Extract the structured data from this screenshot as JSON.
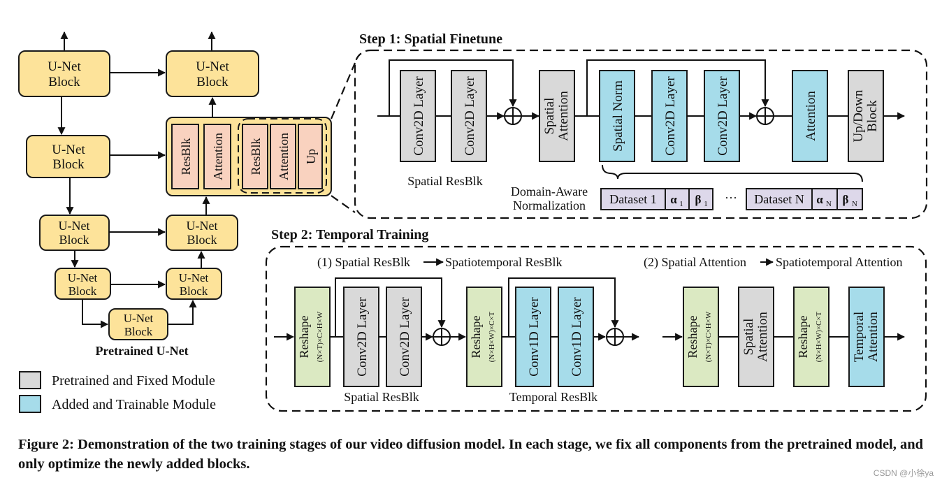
{
  "unet": {
    "block_label_1": "U-Net",
    "block_label_2": "Block",
    "resblk": "ResBlk",
    "attention": "Attention",
    "up": "Up",
    "title": "Pretrained U-Net"
  },
  "legend": {
    "fixed": "Pretrained and Fixed Module",
    "trainable": "Added and Trainable Module"
  },
  "step1": {
    "title": "Step 1: Spatial Finetune",
    "conv2d": "Conv2D Layer",
    "spatial_attention_1": "Spatial",
    "spatial_attention_2": "Attention",
    "spatial_norm": "Spatial Norm",
    "attention": "Attention",
    "updown_1": "Up/Down",
    "updown_2": "Block",
    "spatial_resblk": "Spatial ResBlk",
    "dan_1": "Domain-Aware",
    "dan_2": "Normalization",
    "dataset_1": "Dataset 1",
    "alpha_1": "α",
    "alpha_1_sub": "1",
    "beta_1": "β",
    "beta_1_sub": "1",
    "ellipsis": "···",
    "dataset_n": "Dataset N",
    "alpha_n": "α",
    "alpha_n_sub": "N",
    "beta_n": "β",
    "beta_n_sub": "N"
  },
  "step2": {
    "title": "Step 2: Temporal Training",
    "sub1": "(1) Spatial ResBlk",
    "sub1_target": "Spatiotemporal ResBlk",
    "sub2": "(2) Spatial Attention",
    "sub2_target": "Spatiotemporal Attention",
    "reshape": "Reshape",
    "shape_ntchw": "(N×T)×C×H×W",
    "shape_nhwct": "(N×H×W)×C×T",
    "conv2d": "Conv2D Layer",
    "conv1d": "Conv1D Layer",
    "spatial_resblk": "Spatial ResBlk",
    "temporal_resblk": "Temporal ResBlk",
    "spatial_attention_1": "Spatial",
    "spatial_attention_2": "Attention",
    "temporal_attention_1": "Temporal",
    "temporal_attention_2": "Attention"
  },
  "caption": "Figure 2: Demonstration of the two training stages of our video diffusion model. In each stage, we fix all components from the pretrained model, and only optimize the newly added blocks.",
  "watermark": "CSDN @小徐ya",
  "colors": {
    "unet_fill": "#fde39a",
    "unet_stroke": "#1a1a1a",
    "pink_fill": "#f9d2bf",
    "gray_fill": "#d9d9d9",
    "blue_fill": "#a6dcea",
    "green_fill": "#dbe9c2",
    "lavender_fill": "#ddd8ea"
  }
}
